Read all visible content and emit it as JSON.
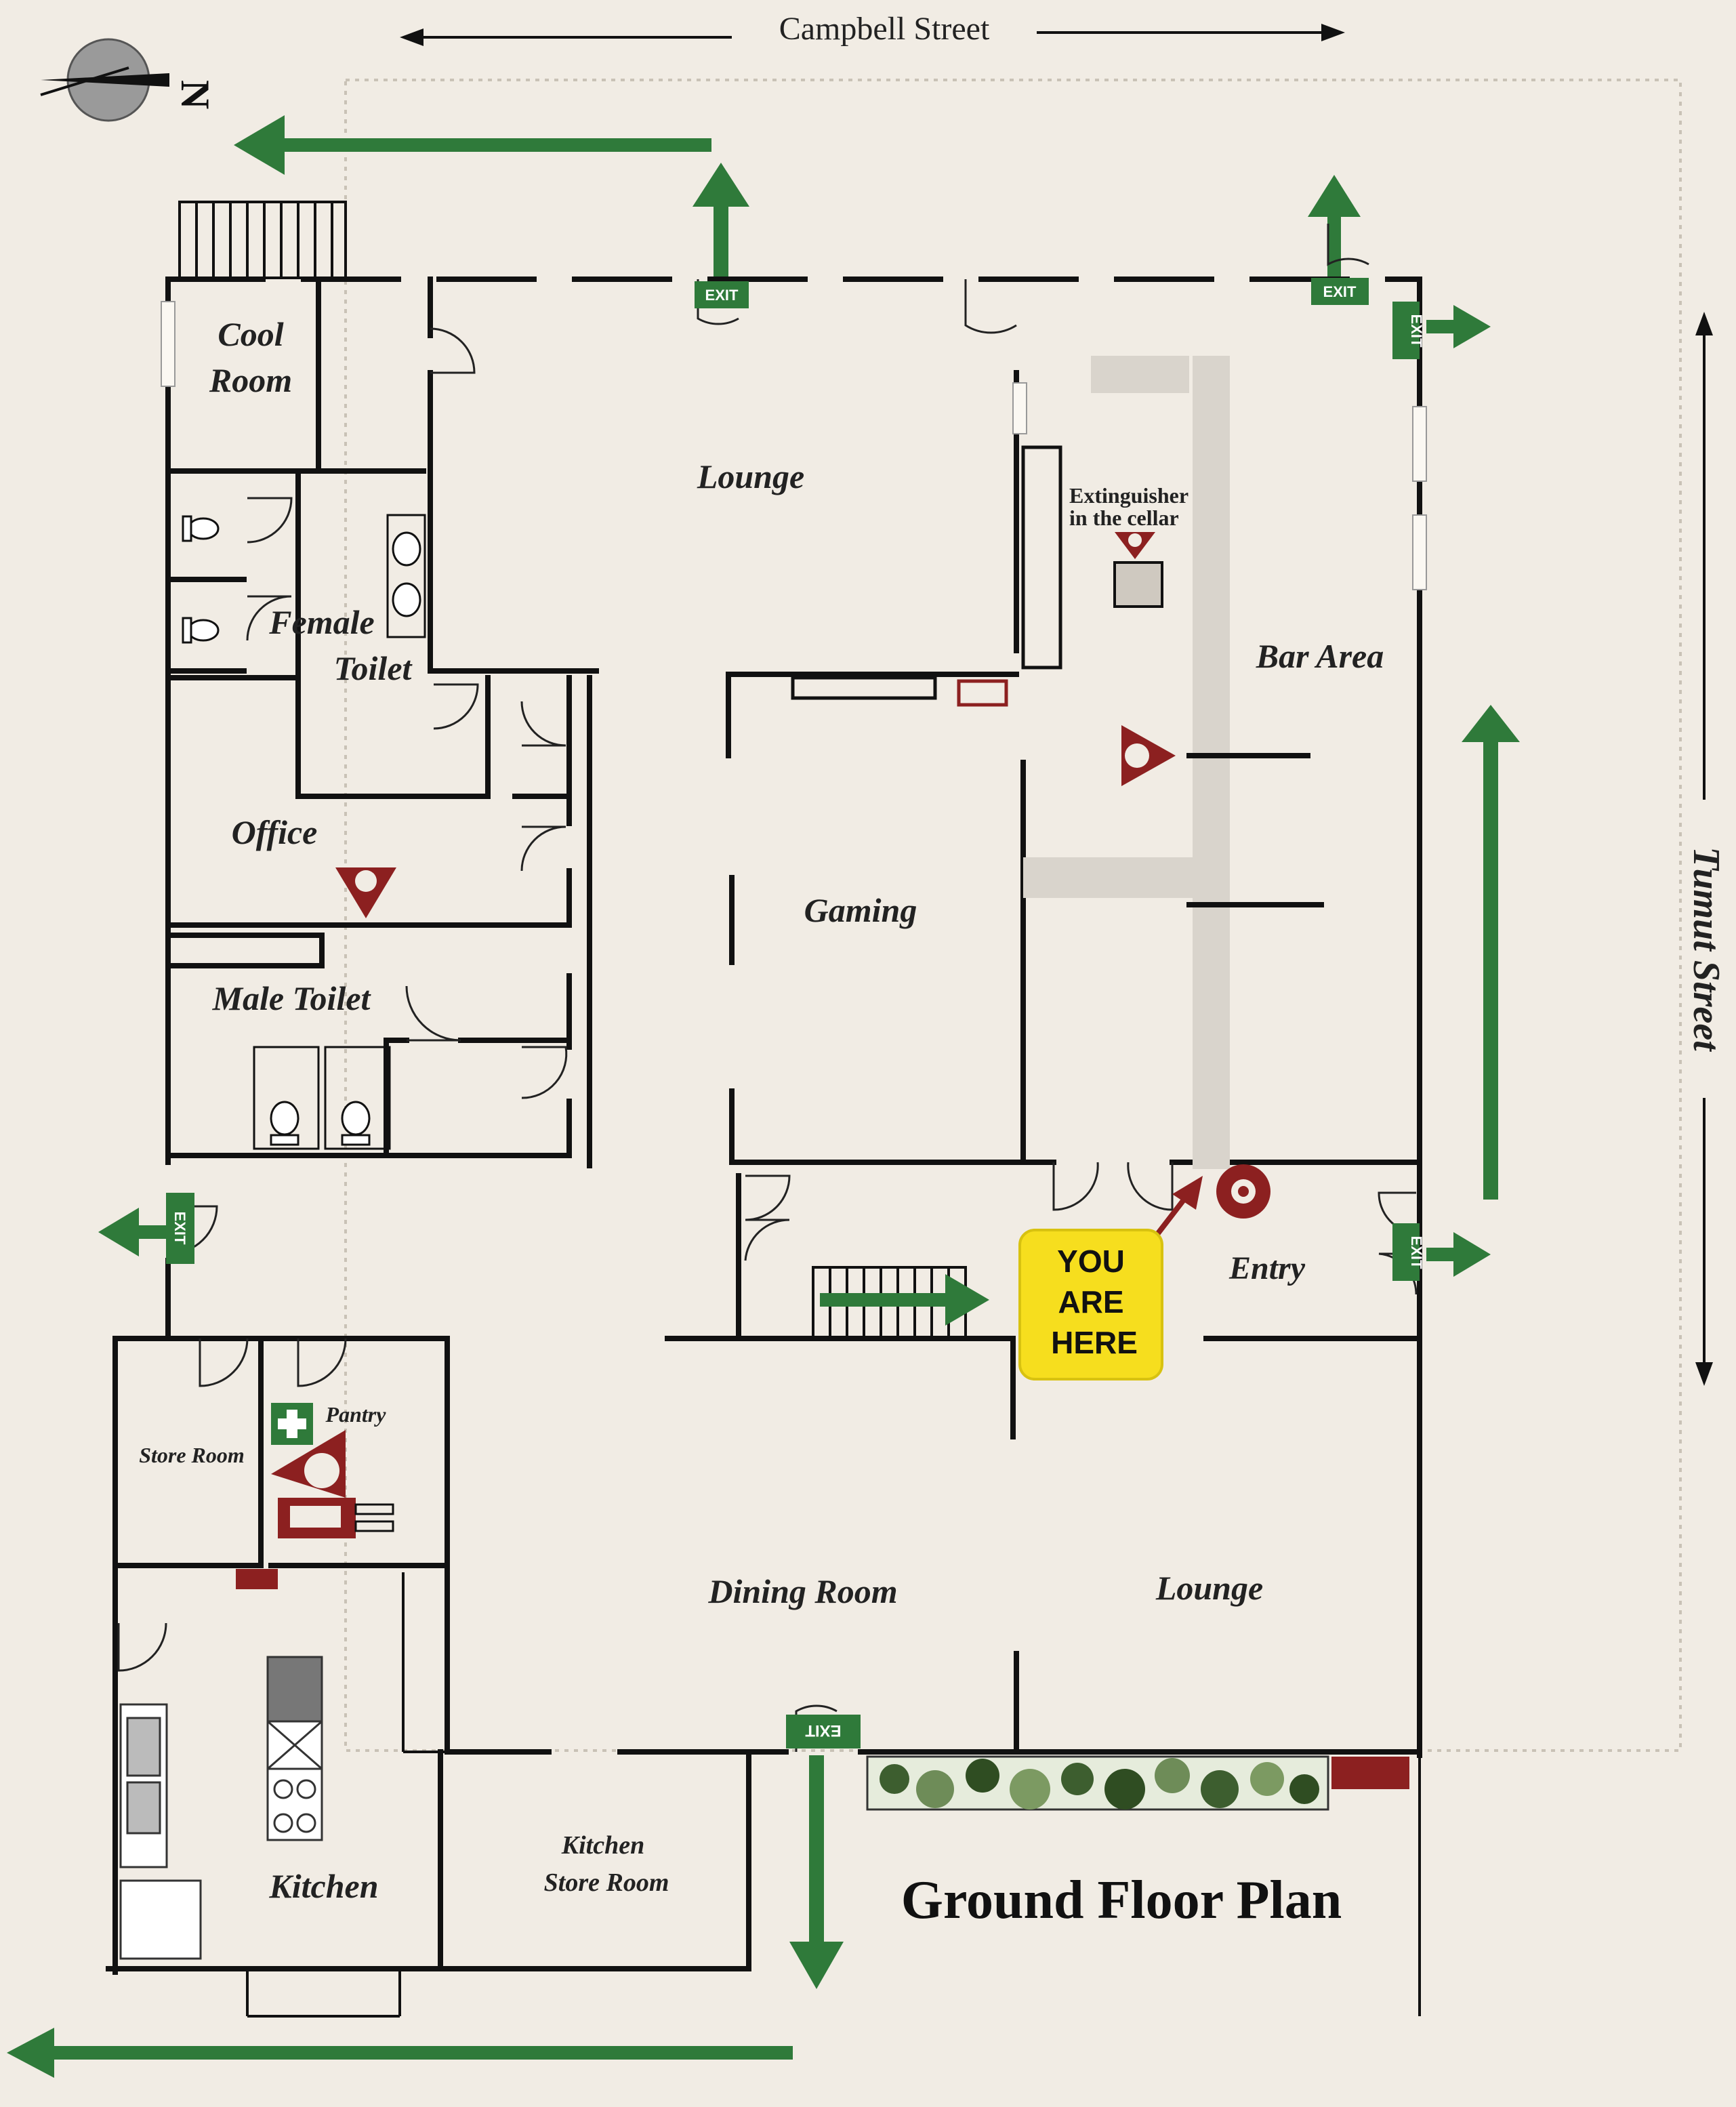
{
  "colors": {
    "paper": "#f1ece4",
    "exit_green": "#2f7a3a",
    "extinguisher_red": "#8c2020",
    "you_are_here_yellow": "#f6de1e"
  },
  "streets": {
    "north": "Campbell Street",
    "east": "Tumut Street"
  },
  "compass": {
    "label": "N"
  },
  "rooms": {
    "cool_room": [
      "Cool",
      "Room"
    ],
    "female_toilet": [
      "Female",
      "Toilet"
    ],
    "office": "Office",
    "male_toilet": "Male Toilet",
    "lounge_north": "Lounge",
    "gaming": "Gaming",
    "bar_area": "Bar Area",
    "entry": "Entry",
    "store_room": "Store Room",
    "pantry": "Pantry",
    "kitchen": "Kitchen",
    "kitchen_store_room": [
      "Kitchen",
      "Store Room"
    ],
    "dining_room": "Dining Room",
    "lounge_south": "Lounge"
  },
  "notes": {
    "extinguisher_cellar": [
      "Extinguisher",
      "in the cellar"
    ]
  },
  "exit_sign": "EXIT",
  "you_are_here": [
    "YOU",
    "ARE",
    "HERE"
  ],
  "title": "Ground Floor Plan",
  "icons": [
    "compass-icon",
    "exit-arrow-icon",
    "fire-extinguisher-icon",
    "fire-hose-reel-icon",
    "first-aid-icon",
    "fire-blanket-icon",
    "toilet-icon",
    "sink-icon",
    "stove-icon",
    "staircase-icon",
    "planter-icon"
  ]
}
